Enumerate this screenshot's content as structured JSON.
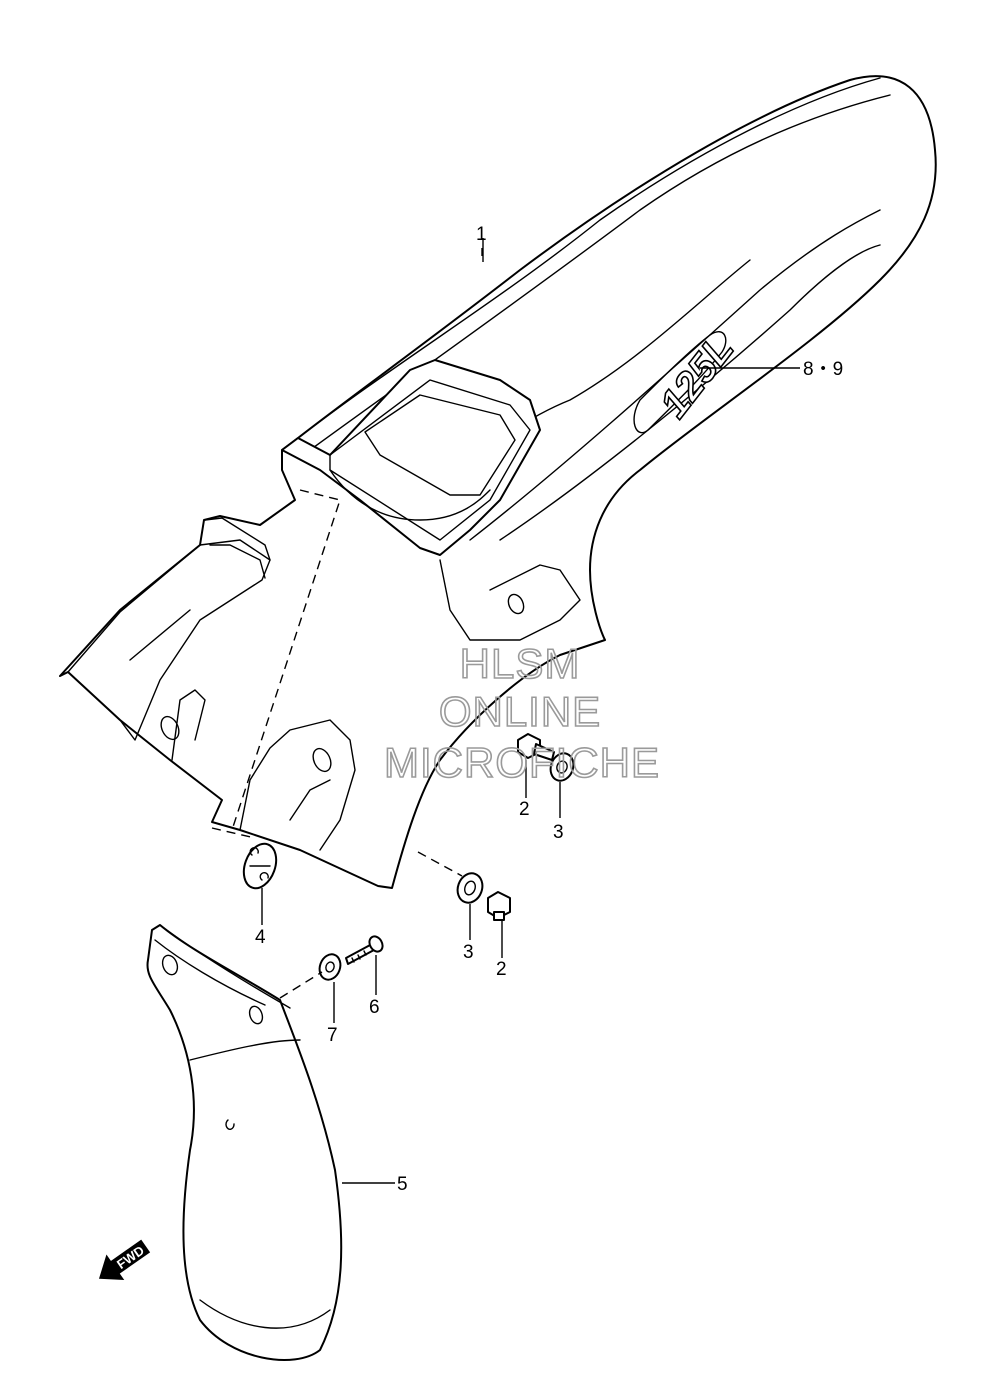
{
  "callouts": {
    "part_1": "1",
    "part_8_9": "8・9",
    "part_2_upper": "2",
    "part_3_upper": "3",
    "part_4": "4",
    "part_3_lower": "3",
    "part_2_lower": "2",
    "part_6": "6",
    "part_7": "7",
    "part_5": "5"
  },
  "decal_text": "125L",
  "watermark": {
    "line1": "HLSM",
    "line2": "ONLINE",
    "line3": "MICROFICHE"
  },
  "fwd_badge": "FWD"
}
